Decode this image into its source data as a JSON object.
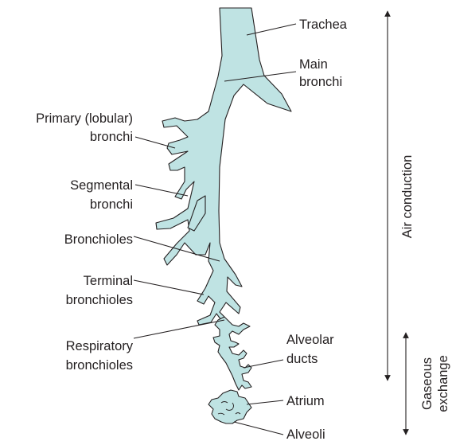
{
  "labels": {
    "trachea": "Trachea",
    "main_bronchi_1": "Main",
    "main_bronchi_2": "bronchi",
    "primary_1": "Primary (lobular)",
    "primary_2": "bronchi",
    "segmental_1": "Segmental",
    "segmental_2": "bronchi",
    "bronchioles": "Bronchioles",
    "terminal_1": "Terminal",
    "terminal_2": "bronchioles",
    "respiratory_1": "Respiratory",
    "respiratory_2": "bronchioles",
    "alveolar_ducts_1": "Alveolar",
    "alveolar_ducts_2": "ducts",
    "atrium": "Atrium",
    "alveoli": "Alveoli"
  },
  "zones": {
    "air_conduction": "Air conduction",
    "gaseous_1": "Gaseous",
    "gaseous_2": "exchange"
  },
  "colors": {
    "airway_fill": "#bfe3e3",
    "ink": "#231f20"
  }
}
